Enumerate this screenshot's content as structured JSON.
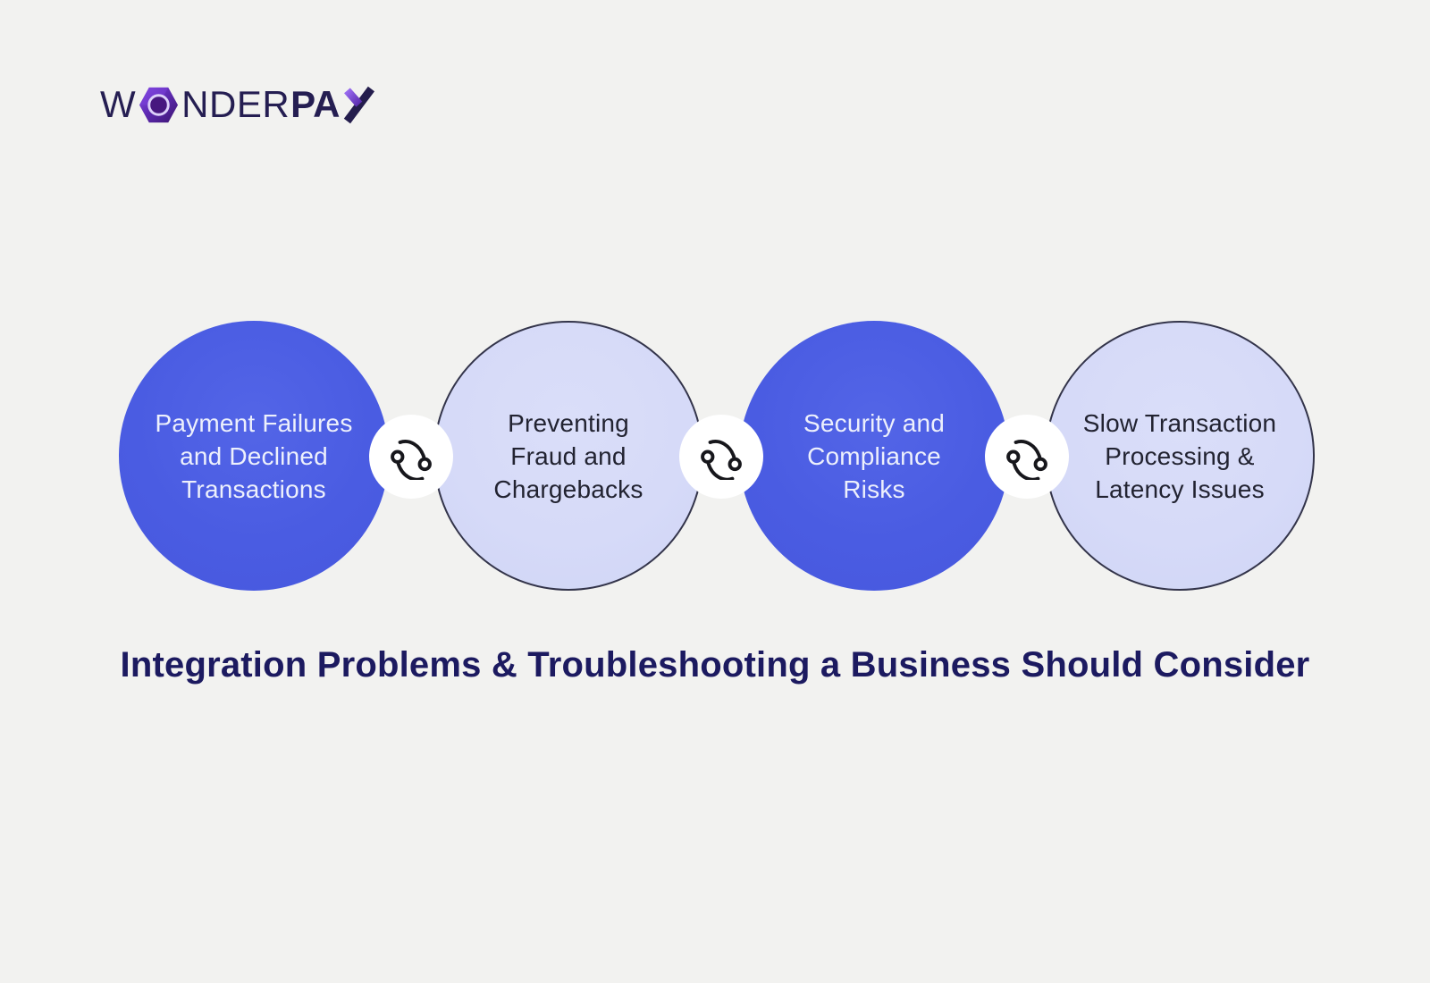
{
  "logo": {
    "part1": "W",
    "hexagon_icon": "hexagon-o-icon",
    "part2": "NDER",
    "part3": "PA",
    "part4_icon": "stylized-y-icon",
    "full_name": "WONDERPAY"
  },
  "circles": [
    {
      "label": "Payment Failures and Declined Transactions",
      "lines": [
        "Payment Failures",
        "and Declined",
        "Transactions"
      ],
      "style": "solid-blue"
    },
    {
      "label": "Preventing Fraud and Chargebacks",
      "lines": [
        "Preventing",
        "Fraud and",
        "Chargebacks"
      ],
      "style": "light-outline"
    },
    {
      "label": "Security and Compliance Risks",
      "lines": [
        "Security and",
        "Compliance",
        "Risks"
      ],
      "style": "solid-blue"
    },
    {
      "label": "Slow Transaction Processing & Latency Issues",
      "lines": [
        "Slow Transaction",
        "Processing &",
        "Latency Issues"
      ],
      "style": "light-outline"
    }
  ],
  "connectors": [
    {
      "icon": "link-icon"
    },
    {
      "icon": "link-icon"
    },
    {
      "icon": "link-icon"
    }
  ],
  "title": {
    "text": "Integration Problems & Troubleshooting a Business Should Consider"
  },
  "colors": {
    "background": "#f2f2f0",
    "circle_blue": "#4a5ce2",
    "circle_lavender": "#d6daf8",
    "circle_outline": "#33344a",
    "title_navy": "#1c1a60",
    "logo_navy": "#251e52",
    "logo_purple_light": "#8a50ea",
    "logo_purple_dark": "#3c1470",
    "badge_white": "#ffffff",
    "icon_black": "#17171c"
  }
}
